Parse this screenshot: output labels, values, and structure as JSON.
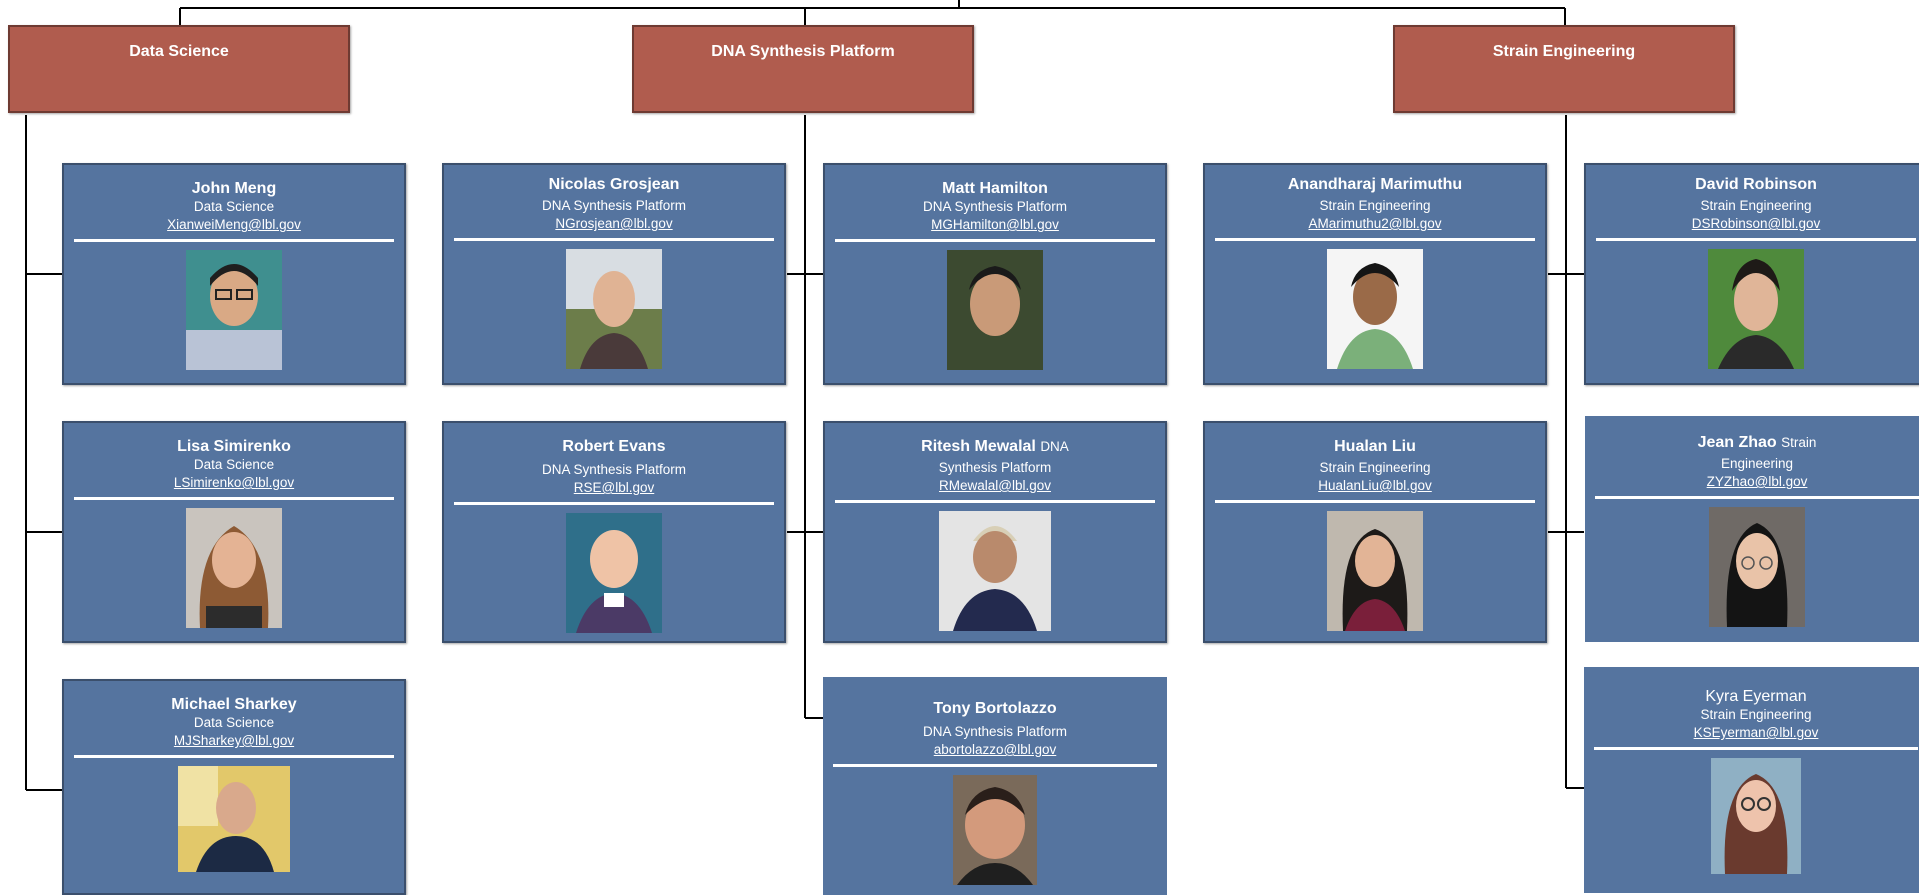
{
  "departments": [
    {
      "label": "Data Science"
    },
    {
      "label": "DNA Synthesis Platform"
    },
    {
      "label": "Strain Engineering"
    }
  ],
  "people": [
    {
      "name": "John Meng",
      "dept": "Data Science",
      "email": "XianweiMeng@lbl.gov"
    },
    {
      "name": "Lisa Simirenko",
      "dept": "Data Science",
      "email": "LSimirenko@lbl.gov"
    },
    {
      "name": "Michael Sharkey",
      "dept": "Data Science",
      "email": "MJSharkey@lbl.gov"
    },
    {
      "name": "Nicolas Grosjean",
      "dept": "DNA Synthesis Platform",
      "email": "NGrosjean@lbl.gov"
    },
    {
      "name": "Robert Evans",
      "dept": "DNA Synthesis Platform",
      "email": "RSE@lbl.gov"
    },
    {
      "name": "Matt Hamilton",
      "dept": "DNA Synthesis Platform",
      "email": "MGHamilton@lbl.gov"
    },
    {
      "name": "Ritesh Mewalal",
      "name_rest": "DNA",
      "dept": "Synthesis Platform",
      "email": "RMewalal@lbl.gov"
    },
    {
      "name": "Tony Bortolazzo",
      "dept": "DNA Synthesis Platform",
      "email": "abortolazzo@lbl.gov"
    },
    {
      "name": "Anandharaj Marimuthu",
      "dept": "Strain Engineering",
      "email": "AMarimuthu2@lbl.gov"
    },
    {
      "name": "Hualan Liu",
      "dept": "Strain Engineering",
      "email": "HualanLiu@lbl.gov"
    },
    {
      "name": "David Robinson",
      "dept": "Strain Engineering",
      "email": "DSRobinson@lbl.gov"
    },
    {
      "name": "Jean Zhao",
      "name_rest": "Strain",
      "dept": "Engineering",
      "email": "ZYZhao@lbl.gov"
    },
    {
      "name": "Kyra Eyerman",
      "dept": "Strain Engineering",
      "email": "KSEyerman@lbl.gov"
    }
  ],
  "colors": {
    "department_box": "#b05c4e",
    "person_card": "#55749f",
    "connector": "#000000"
  }
}
